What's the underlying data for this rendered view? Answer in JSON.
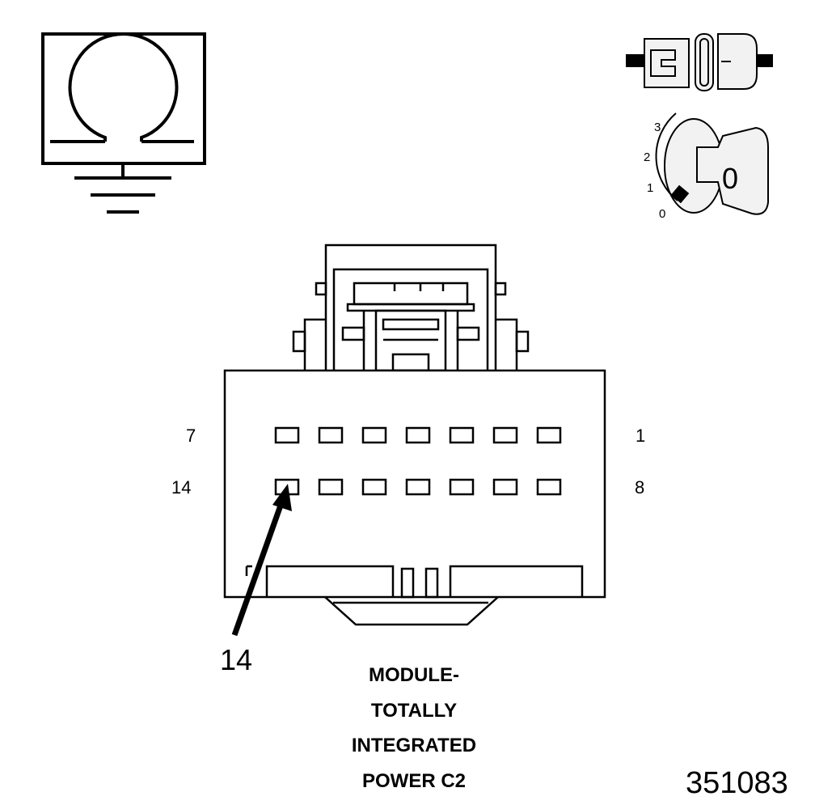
{
  "symbols": {
    "ohmmeter_icon": "ohmmeter-ground-icon",
    "connector_disconnect_icon": "connector-disconnected-icon",
    "ignition_icon": "ignition-key-off-icon",
    "ignition_positions": [
      "3",
      "2",
      "1",
      "0"
    ],
    "key_label": "0"
  },
  "connector": {
    "top_row_left_label": "7",
    "top_row_right_label": "1",
    "bottom_row_left_label": "14",
    "bottom_row_right_label": "8",
    "pins_per_row": 7,
    "highlighted_pin": "14",
    "callout_label": "14"
  },
  "caption": {
    "lines": [
      "MODULE-",
      "TOTALLY",
      "INTEGRATED",
      "POWER C2"
    ]
  },
  "figure_number": "351083",
  "colors": {
    "ink": "#000000",
    "background": "#ffffff",
    "icon_fill": "#f2f2f2"
  }
}
